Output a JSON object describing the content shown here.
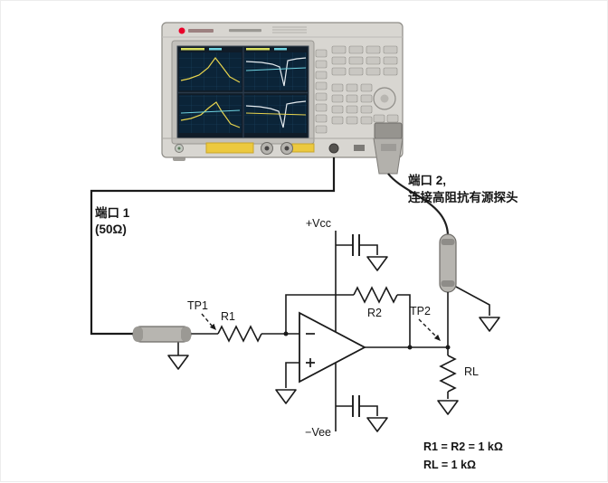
{
  "labels": {
    "port1_l1": "端口 1",
    "port1_l2": "(50Ω)",
    "port2_l1": "端口 2,",
    "port2_l2": "连接高阻抗有源探头",
    "tp1": "TP1",
    "tp2": "TP2",
    "r1": "R1",
    "r2": "R2",
    "rl": "RL",
    "vcc": "+Vcc",
    "vee": "−Vee",
    "note1": "R1 = R2 = 1 kΩ",
    "note2": "RL = 1 kΩ"
  },
  "icons": {
    "ground": "ground-symbol",
    "opamp": "op-amp-triangle",
    "capacitor": "capacitor-symbol",
    "resistor": "resistor-zigzag",
    "probe": "active-probe",
    "coax": "coax-connector"
  },
  "colors": {
    "wire": "#1a1a1a",
    "instrument_body": "#d8d6d1",
    "screen_background": "#101c28",
    "trace_yellow": "#e8d44d",
    "trace_cyan": "#6fd3e0",
    "sticker_yellow": "#ecc93f",
    "logo_red": "#e90029"
  }
}
